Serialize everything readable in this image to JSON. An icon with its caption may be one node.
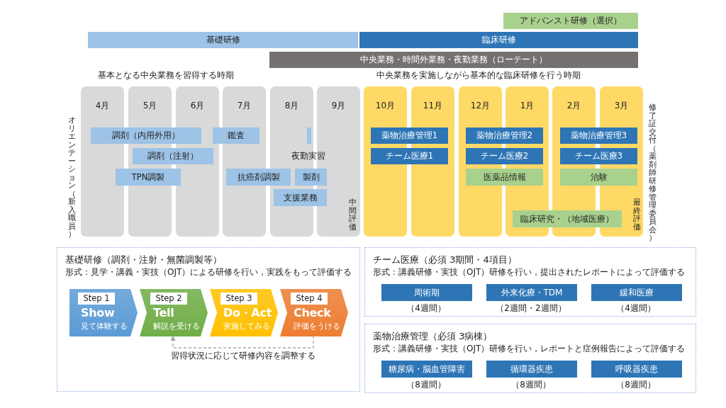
{
  "diagram": {
    "nodes": [
      {
        "text": [
          "アドバンスト研修（選択）"
        ]
      },
      {
        "text": [
          "基礎研修"
        ]
      },
      {
        "text": [
          "臨床研修"
        ]
      },
      {
        "text": [
          "中央業務・時間外業務・夜勤業務（ローテート）"
        ]
      },
      {
        "text": [
          "4月"
        ]
      },
      {
        "text": [
          "5月"
        ]
      },
      {
        "text": [
          "6月"
        ]
      },
      {
        "text": [
          "7月"
        ]
      },
      {
        "text": [
          "8月"
        ]
      },
      {
        "text": [
          "9月",
          "中間評価"
        ]
      },
      {
        "text": [
          "10月"
        ]
      },
      {
        "text": [
          "11月"
        ]
      },
      {
        "text": [
          "12月"
        ]
      },
      {
        "text": [
          "1月"
        ]
      },
      {
        "text": [
          "2月"
        ]
      },
      {
        "text": [
          "3月",
          "最終評価"
        ]
      },
      {
        "text": [
          "調剤（内用外用）"
        ]
      },
      {
        "text": [
          "鑑査"
        ]
      },
      {
        "text": [],
        "shape": "bar",
        "in": 8
      },
      {
        "text": [
          "薬物治療管理1"
        ]
      },
      {
        "text": [
          "薬物治療管理2"
        ]
      },
      {
        "text": [
          "薬物治療管理3"
        ]
      },
      {
        "text": [
          "調剤（注射）"
        ]
      },
      {
        "text": [
          "チーム医療1"
        ]
      },
      {
        "text": [
          "チーム医療2"
        ]
      },
      {
        "text": [
          "チーム医療3"
        ]
      },
      {
        "text": [
          "TPN調製"
        ]
      },
      {
        "text": [
          "抗癌剤調製"
        ]
      },
      {
        "text": [
          "製剤"
        ]
      },
      {
        "text": [
          "医薬品情報"
        ]
      },
      {
        "text": [
          "治験"
        ]
      },
      {
        "text": [
          "支援業務"
        ]
      },
      {
        "text": [
          "臨床研究・（地域医療）"
        ]
      },
      {
        "text": [
          "基礎研修（調剤・注射・無菌調製等）",
          "形式：見学・講義・実技（OJT）による研修を行い，実践をもって評価する"
        ]
      },
      {
        "text": [
          "Step 1",
          "Show",
          "見て体験する"
        ],
        "in": 33
      },
      {
        "text": [
          "Step 2",
          "Tell",
          "解説を受ける"
        ],
        "in": 33
      },
      {
        "text": [
          "Step 3",
          "Do・Act",
          "実施してみる"
        ],
        "in": 33
      },
      {
        "text": [
          "Step 4",
          "Check",
          "評価をうける"
        ],
        "in": 33
      },
      {
        "text": [
          "チーム医療（必須 3期間・4項目）",
          "形式：講義研修・実技（OJT）研修を行い，提出されたレポートによって評価する"
        ]
      },
      {
        "text": [
          "周術期"
        ],
        "in": 38,
        "beside": [
          "（4週間）"
        ]
      },
      {
        "text": [
          "外来化療・TDM"
        ],
        "in": 38,
        "beside": [
          "（2週間・2週間）"
        ]
      },
      {
        "text": [
          "緩和医療"
        ],
        "in": 38,
        "beside": [
          "（4週間）"
        ]
      },
      {
        "text": [
          "薬物治療管理（必須 3病棟）",
          "形式：講義研修・実技（OJT）研修を行い，レポートと症例報告によって評価する"
        ]
      },
      {
        "text": [
          "糖尿病・脳血管障害"
        ],
        "in": 42,
        "beside": [
          "（8週間）"
        ]
      },
      {
        "text": [
          "循環器疾患"
        ],
        "in": 42,
        "beside": [
          "（8週間）"
        ]
      },
      {
        "text": [
          "呼吸器疾患"
        ],
        "in": 42,
        "beside": [
          "（8週間）"
        ]
      }
    ],
    "edges": [
      {
        "from": 37,
        "to": 35,
        "arrow": "to",
        "style": "dashed",
        "label": "習得状況に応じて研修内容を調整する"
      }
    ],
    "labels": [
      "基本となる中央業務を習得する時期",
      "中央業務を実施しながら基本的な臨床研修を行う時期",
      "オリエンテーション（新入職員）",
      "夜勤実習",
      "修了証交付（薬剤師研修管理委員会）"
    ]
  }
}
